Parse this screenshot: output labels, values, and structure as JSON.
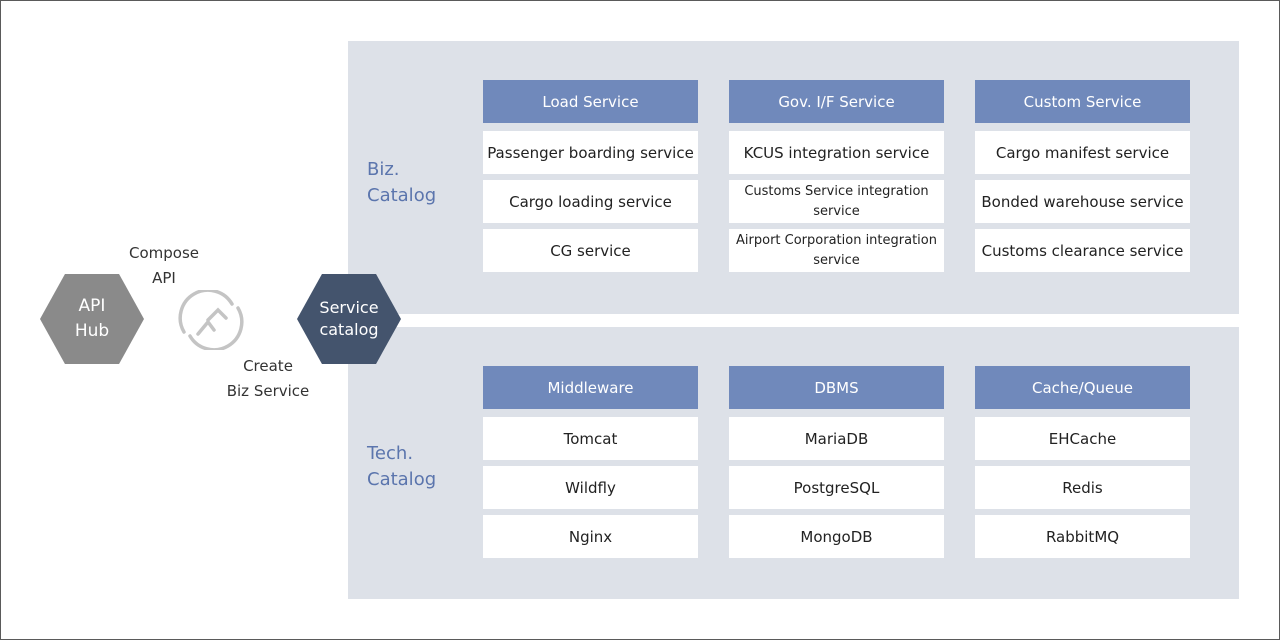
{
  "left": {
    "api_hub": [
      "API",
      "Hub"
    ],
    "compose": [
      "Compose",
      "API"
    ],
    "create": [
      "Create",
      "Biz Service"
    ],
    "service_catalog": [
      "Service",
      "catalog"
    ],
    "cycle_icon": "refresh-cycle-icon"
  },
  "biz": {
    "title": [
      "Biz.",
      "Catalog"
    ],
    "columns": [
      {
        "header": "Load Service",
        "items": [
          "Passenger boarding service",
          "Cargo loading service",
          "CG service"
        ]
      },
      {
        "header": "Gov. I/F Service",
        "items": [
          "KCUS integration service",
          "Customs Service integration service",
          "Airport Corporation integration service"
        ]
      },
      {
        "header": "Custom Service",
        "items": [
          "Cargo manifest service",
          "Bonded warehouse service",
          "Customs clearance service"
        ]
      }
    ]
  },
  "tech": {
    "title": [
      "Tech.",
      "Catalog"
    ],
    "columns": [
      {
        "header": "Middleware",
        "items": [
          "Tomcat",
          "Wildfly",
          "Nginx"
        ]
      },
      {
        "header": "DBMS",
        "items": [
          "MariaDB",
          "PostgreSQL",
          "MongoDB"
        ]
      },
      {
        "header": "Cache/Queue",
        "items": [
          "EHCache",
          "Redis",
          "RabbitMQ"
        ]
      }
    ]
  },
  "colors": {
    "panel_bg": "#dde1e8",
    "header_bg": "#7089bb",
    "title_text": "#5b75ad",
    "api_hub": "#8a8a8a",
    "service_catalog": "#44546d"
  }
}
